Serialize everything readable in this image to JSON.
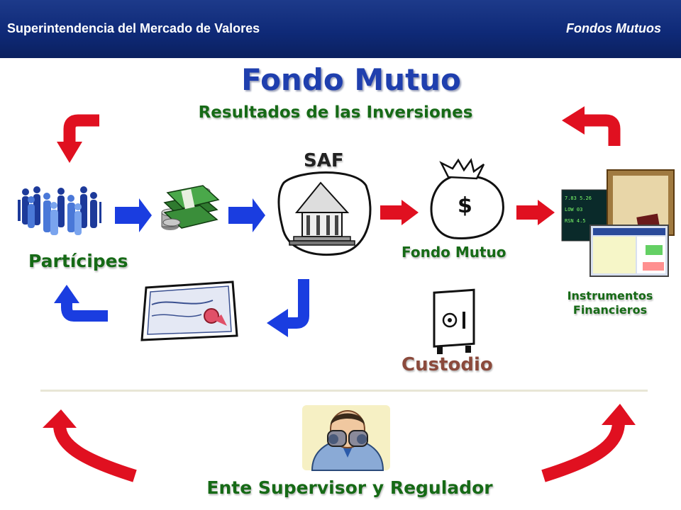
{
  "header": {
    "organization": "Superintendencia del Mercado de Valores",
    "section": "Fondos Mutuos"
  },
  "title": "Fondo Mutuo",
  "subtitle": "Resultados de las Inversiones",
  "nodes": {
    "saf": "SAF",
    "participes": "Partícipes",
    "fondo_mutuo": "Fondo Mutuo",
    "instrumentos_line1": "Instrumentos",
    "instrumentos_line2": "Financieros",
    "custodio": "Custodio",
    "money_bag_symbol": "$"
  },
  "footer_label": "Ente Supervisor y Regulador",
  "colors": {
    "header_blue": "#0f2a78",
    "title_blue": "#1f3fae",
    "label_green": "#166a16",
    "arrow_blue": "#1a3de0",
    "arrow_red": "#e01020",
    "custodio": "#8b4a3c"
  }
}
